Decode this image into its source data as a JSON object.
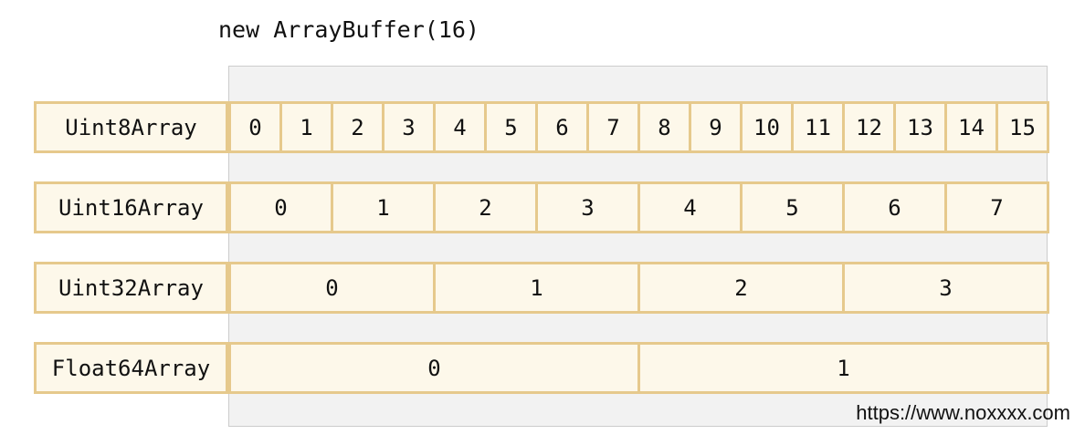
{
  "title": "new ArrayBuffer(16)",
  "rows": [
    {
      "label": "Uint8Array",
      "cells": [
        "0",
        "1",
        "2",
        "3",
        "4",
        "5",
        "6",
        "7",
        "8",
        "9",
        "10",
        "11",
        "12",
        "13",
        "14",
        "15"
      ]
    },
    {
      "label": "Uint16Array",
      "cells": [
        "0",
        "1",
        "2",
        "3",
        "4",
        "5",
        "6",
        "7"
      ]
    },
    {
      "label": "Uint32Array",
      "cells": [
        "0",
        "1",
        "2",
        "3"
      ]
    },
    {
      "label": "Float64Array",
      "cells": [
        "0",
        "1"
      ]
    }
  ],
  "footer": "https://www.noxxxx.com",
  "colors": {
    "cell_fill": "#fdf8ea",
    "cell_border": "#e6c98c",
    "buffer_fill": "#f2f2f2"
  }
}
